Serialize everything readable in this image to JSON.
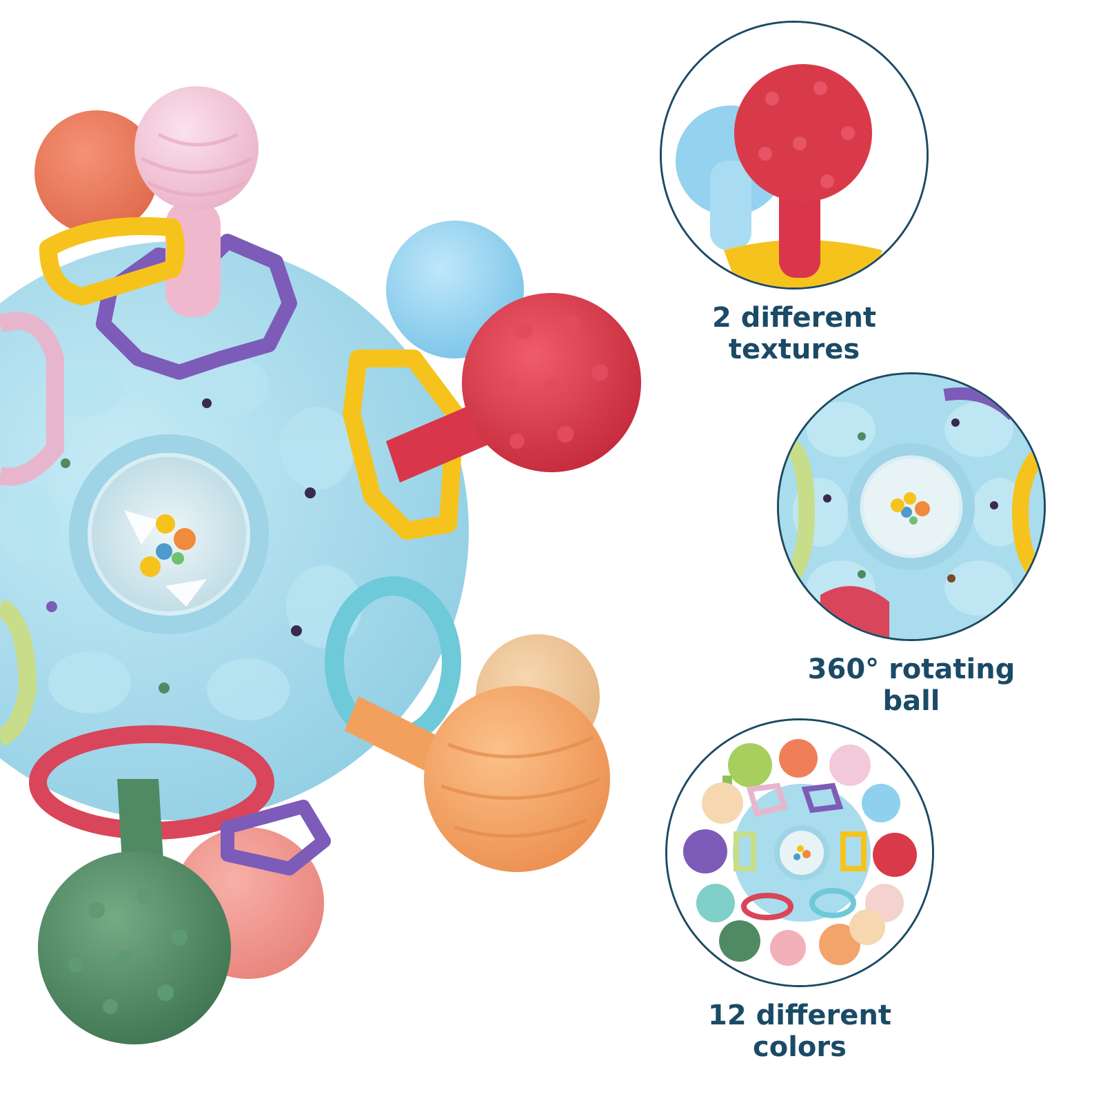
{
  "colors": {
    "caption": "#1b4a66",
    "circle_border": "#1d4a63",
    "ball_body": "#a9dced",
    "red_knob": "#d93a4a",
    "pink_knob": "#f3c8d8",
    "blue_knob": "#8fd0ef",
    "orange_knob": "#f2a46a",
    "green_knob": "#4f8a63",
    "yellow_ring": "#f6c31d",
    "purple_ring": "#7d5bb8"
  },
  "features": [
    {
      "caption": "2 different\ntextures",
      "image": "red-and-blue-knob-closeup"
    },
    {
      "caption": "360° rotating\nball",
      "image": "rotating-center-closeup"
    },
    {
      "caption": "12 different\ncolors",
      "image": "full-toy-thumbnail"
    }
  ],
  "main_image": {
    "image": "sensory-teether-ball-photo"
  }
}
